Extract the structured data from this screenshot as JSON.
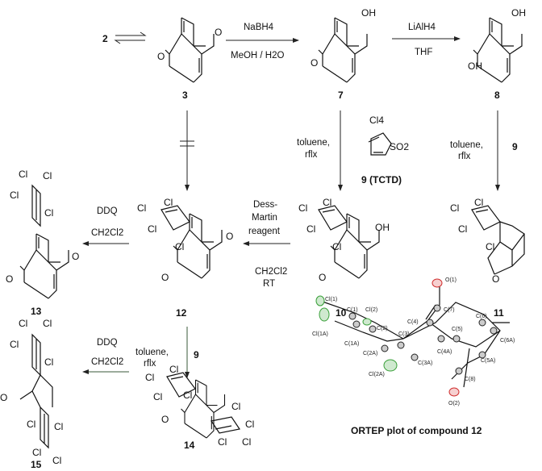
{
  "compounds": {
    "c2": "2",
    "c3": "3",
    "c7": "7",
    "c8": "8",
    "c9": "9 (TCTD)",
    "c10": "10",
    "c11": "11",
    "c12": "12",
    "c13": "13",
    "c14": "14",
    "c15": "15"
  },
  "atoms": {
    "O": "O",
    "OH": "OH",
    "Cl": "Cl",
    "Cl4": "Cl4",
    "SO2": "SO2"
  },
  "reactions": {
    "r3_7": {
      "top": "NaBH4",
      "bottom": "MeOH / H2O"
    },
    "r7_8": {
      "top": "LiAlH4",
      "bottom": "THF"
    },
    "r7_10": {
      "line1": "toluene,",
      "line2": "rflx"
    },
    "r8_11": {
      "line1": "toluene,",
      "line2": "rflx",
      "reagent": "9"
    },
    "r10_12": {
      "line1": "Dess-",
      "line2": "Martin",
      "line3": "reagent",
      "line4": "CH2Cl2",
      "line5": "RT"
    },
    "r12_13": {
      "line1": "DDQ",
      "line2": "CH2Cl2"
    },
    "r12_14": {
      "line1": "toluene,",
      "line2": "rflx",
      "reagent": "9"
    },
    "r14_15": {
      "line1": "DDQ",
      "line2": "CH2Cl2"
    }
  },
  "ortep": {
    "caption": "ORTEP plot of compound 12",
    "labels": [
      "O(1)",
      "Cl(1)",
      "C(1)",
      "Cl(2)",
      "C(7)",
      "C(4)",
      "C(2)",
      "C(6)",
      "Cl(1A)",
      "C(3)",
      "C(5)",
      "C(1A)",
      "C(6A)",
      "C(2A)",
      "C(4A)",
      "C(3A)",
      "C(5A)",
      "Cl(2A)",
      "C(8)",
      "O(2)"
    ]
  },
  "colors": {
    "chlorine": "#3aa03a",
    "oxygen": "#d03030",
    "green_arrow": "#3a5a3a"
  }
}
